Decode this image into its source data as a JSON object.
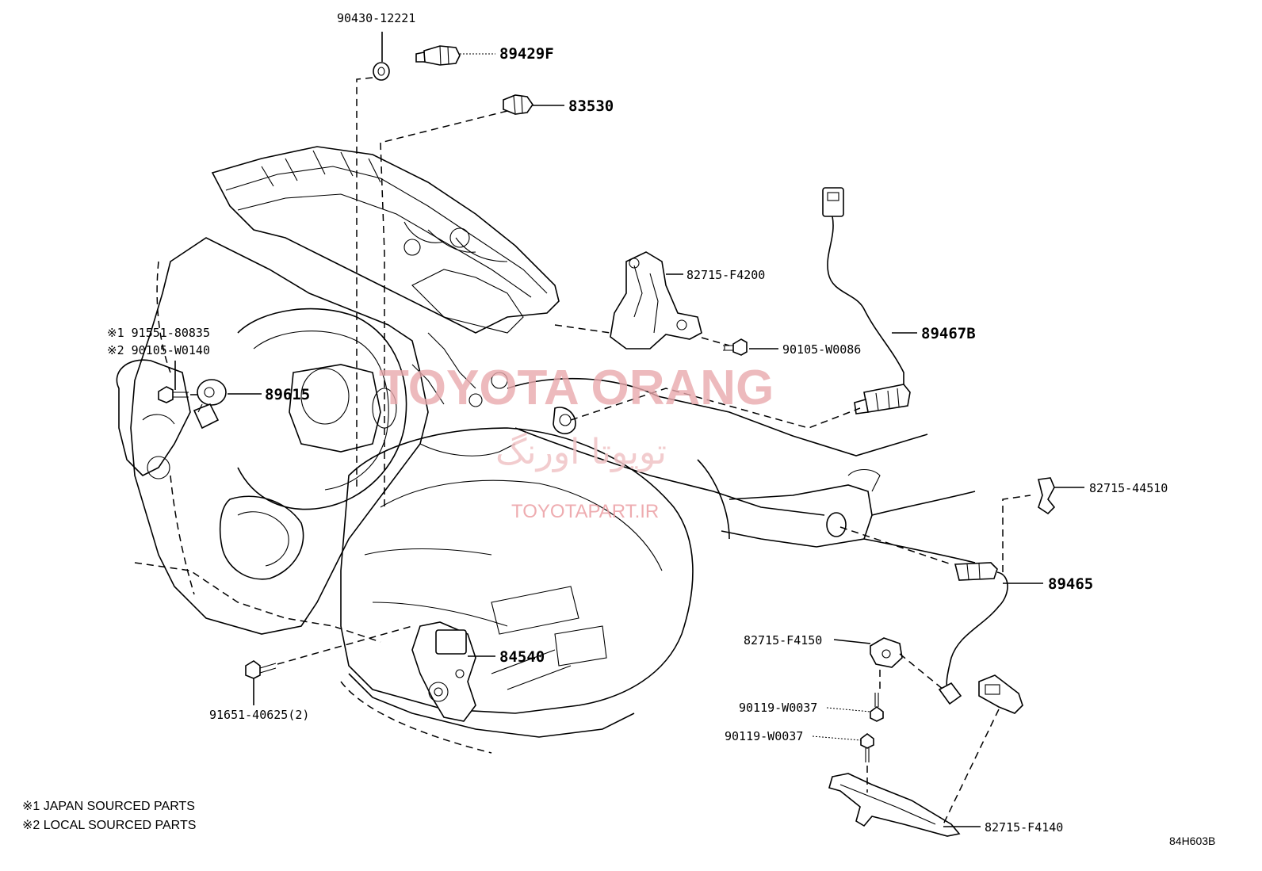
{
  "labels": {
    "p90430": "90430-12221",
    "p89429f": "89429F",
    "p83530": "83530",
    "p82715_f4200": "82715-F4200",
    "p89467b": "89467B",
    "p90105_w0086": "90105-W0086",
    "p91551_a": "※1 91551-80835",
    "p90105_w0140": "※2 90105-W0140",
    "p89615": "89615",
    "p82715_44510": "82715-44510",
    "p89465": "89465",
    "p82715_f4150": "82715-F4150",
    "p84540": "84540",
    "p90119_a": "90119-W0037",
    "p90119_b": "90119-W0037",
    "p91651": "91651-40625(2)",
    "p82715_f4140": "82715-F4140"
  },
  "notes": {
    "japan": "※1 JAPAN SOURCED PARTS",
    "local": "※2 LOCAL SOURCED PARTS"
  },
  "diagram_code": "84H603B",
  "watermark": {
    "main": "TOYOTA ORANG",
    "persian": "تویوتا اورنگ",
    "site": "TOYOTAPART.IR"
  },
  "colors": {
    "line": "#000000",
    "watermark": "#e9a9ad"
  }
}
